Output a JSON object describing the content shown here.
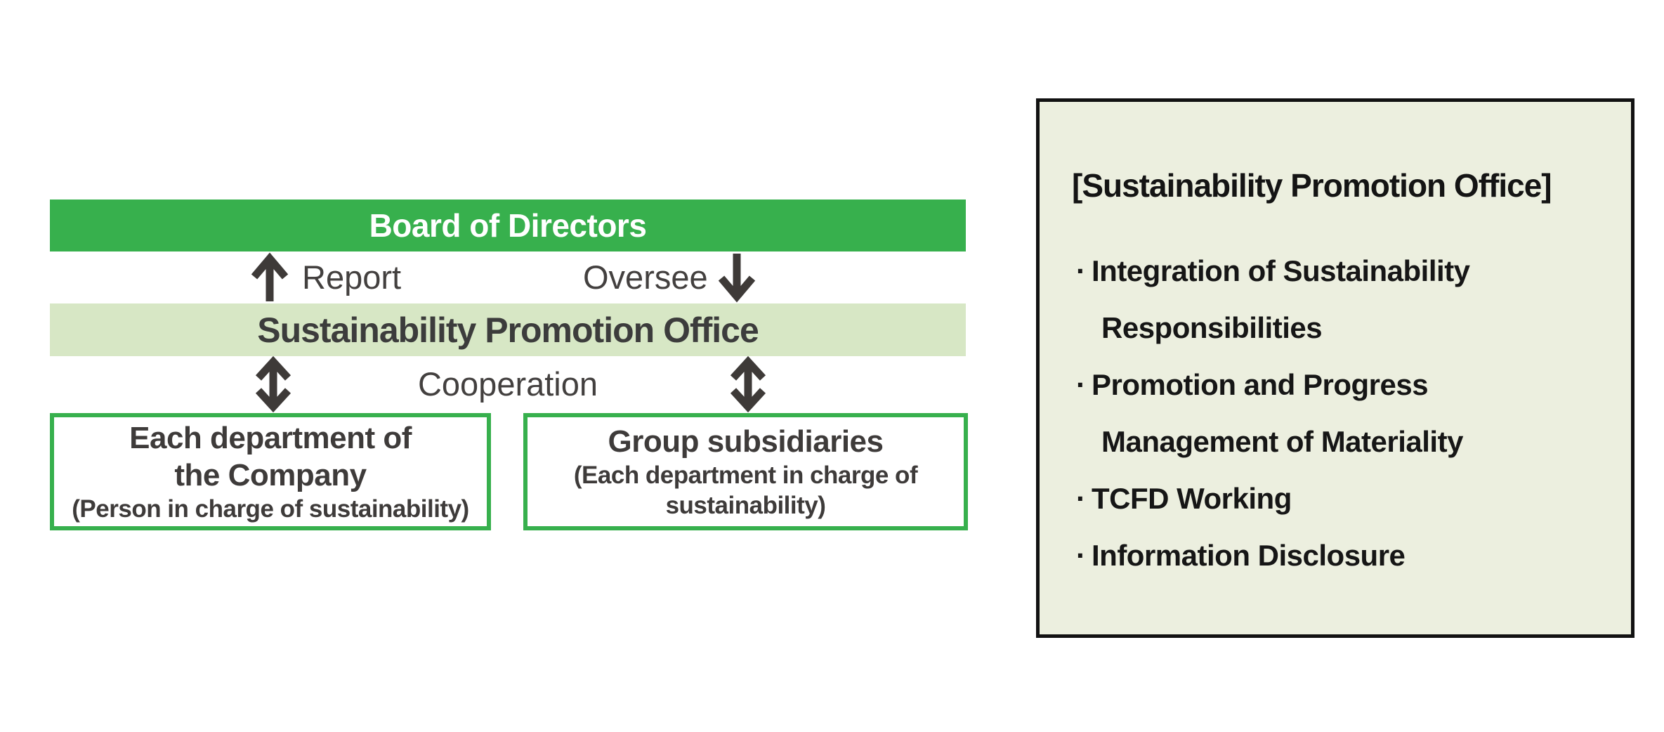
{
  "colors": {
    "accent_green": "#37b04d",
    "light_green": "#d7e7c5",
    "panel_background": "#ecefdf",
    "panel_border": "#121212",
    "arrow_gray": "#3e3a38",
    "diagram_text_gray": "#3e3b3a",
    "bar_text_white": "#ffffff"
  },
  "diagram": {
    "board_label": "Board of Directors",
    "report_label": "Report",
    "oversee_label": "Oversee",
    "office_label": "Sustainability Promotion Office",
    "cooperation_label": "Cooperation",
    "department_box": {
      "line1": "Each department of",
      "line2": "the Company",
      "note": "(Person in charge of sustainability)"
    },
    "subsidiaries_box": {
      "line1": "Group subsidiaries",
      "note_line1": "(Each department in charge of",
      "note_line2": "sustainability)"
    }
  },
  "panel": {
    "title": "[Sustainability Promotion Office]",
    "bullet": "·",
    "items": [
      {
        "line1": "Integration of Sustainability",
        "line2": "Responsibilities"
      },
      {
        "line1": "Promotion and Progress",
        "line2": "Management of Materiality"
      },
      {
        "line1": "TCFD Working"
      },
      {
        "line1": "Information Disclosure"
      }
    ]
  }
}
